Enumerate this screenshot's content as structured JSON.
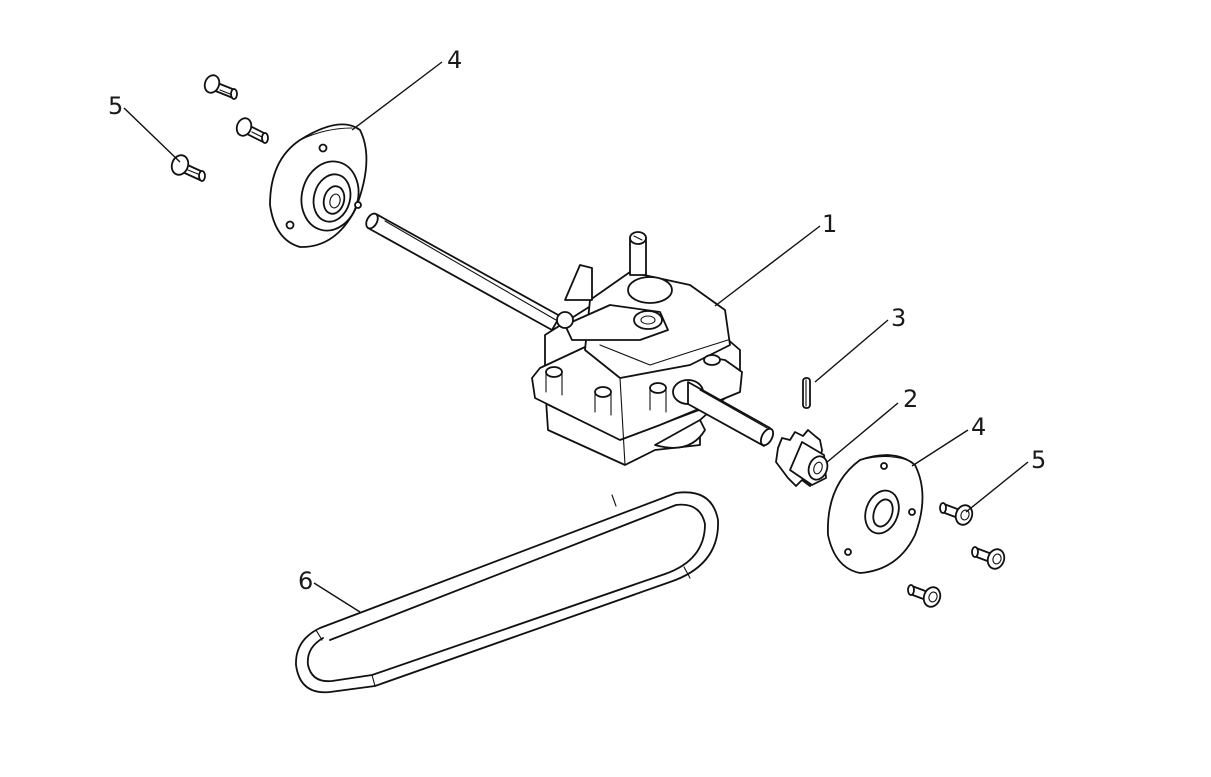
{
  "callouts": [
    {
      "id": "gearbox",
      "label": "1"
    },
    {
      "id": "sprocket",
      "label": "2"
    },
    {
      "id": "key",
      "label": "3"
    },
    {
      "id": "wheel-hub-left",
      "label": "4"
    },
    {
      "id": "wheel-hub-right",
      "label": "4"
    },
    {
      "id": "bolt-left",
      "label": "5"
    },
    {
      "id": "bolt-right",
      "label": "5"
    },
    {
      "id": "belt",
      "label": "6"
    }
  ]
}
